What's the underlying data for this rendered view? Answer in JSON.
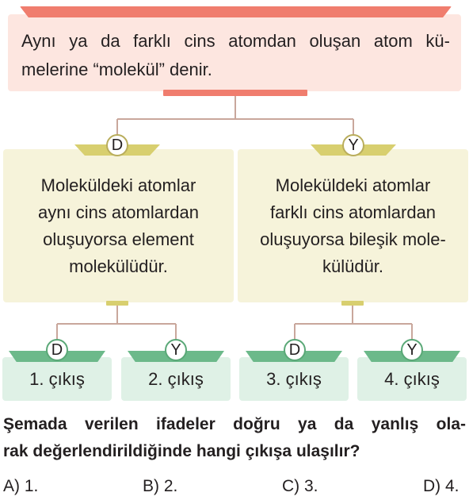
{
  "definition": {
    "line1": "Aynı ya da farklı cins atomdan oluşan atom kü-",
    "line2": "melerine “molekül” denir."
  },
  "branches": {
    "left": {
      "badge": "D",
      "lines": [
        "Moleküldeki atomlar",
        "aynı cins atomlardan",
        "oluşuyorsa element",
        "molekülüdür."
      ]
    },
    "right": {
      "badge": "Y",
      "lines": [
        "Moleküldeki atomlar",
        "farklı cins atomlardan",
        "oluşuyorsa bileşik mole-",
        "külüdür."
      ]
    }
  },
  "exits": [
    {
      "badge": "D",
      "label": "1. çıkış"
    },
    {
      "badge": "Y",
      "label": "2. çıkış"
    },
    {
      "badge": "D",
      "label": "3. çıkış"
    },
    {
      "badge": "Y",
      "label": "4. çıkış"
    }
  ],
  "question": {
    "line1": "Şemada verilen ifadeler doğru ya da yanlış ola-",
    "line2": "rak değerlendirildiğinde hangi çıkışa ulaşılır?"
  },
  "choices": [
    "A) 1.",
    "B) 2.",
    "C) 3.",
    "D) 4."
  ],
  "colors": {
    "top_accent": "#f07d6e",
    "top_fill": "#fde6e0",
    "middle_fill": "#f6f3da",
    "middle_accent": "#d8cf6f",
    "exit_fill": "#dff1e6",
    "exit_accent": "#6cb98a",
    "connector": "#c9a79c"
  }
}
